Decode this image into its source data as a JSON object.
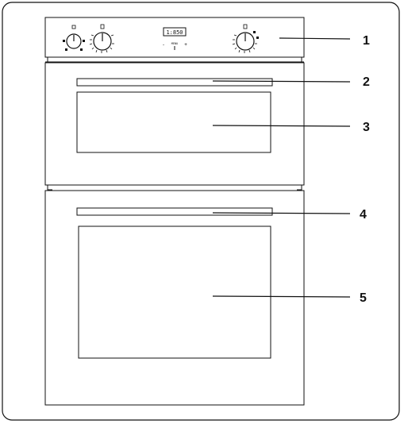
{
  "diagram": {
    "callouts": [
      {
        "id": "c1",
        "label": "1"
      },
      {
        "id": "c2",
        "label": "2"
      },
      {
        "id": "c3",
        "label": "3"
      },
      {
        "id": "c4",
        "label": "4"
      },
      {
        "id": "c5",
        "label": "5"
      }
    ],
    "control_panel": {
      "display_text": "1:850",
      "minus_label": "-",
      "plus_label": "+",
      "mode_label": "MENU"
    }
  },
  "colors": {
    "stroke": "#111111",
    "background": "#ffffff"
  }
}
